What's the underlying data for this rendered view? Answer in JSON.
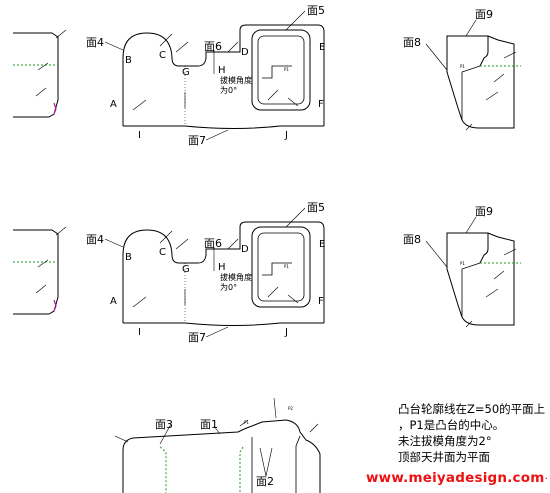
{
  "faces": {
    "f2": "面2",
    "f3": "面3",
    "f1": "面1",
    "f4": "面4",
    "f5": "面5",
    "f6": "面6",
    "f7": "面7",
    "f8": "面8",
    "f9": "面9"
  },
  "points": {
    "A": "A",
    "B": "B",
    "C": "C",
    "D": "D",
    "E": "E",
    "F": "F",
    "G": "G",
    "H": "H",
    "I": "I",
    "J": "J",
    "P1": "P1",
    "P2": "P2"
  },
  "draft_note": {
    "line1": "拔模角度",
    "line2": "为0°"
  },
  "notes": [
    "凸台轮廓线在Z=50的平面上",
    "，P1是凸台的中心。",
    "未注拔模角度为2°",
    "顶部天井面为平面"
  ],
  "watermark": {
    "text": "www.meiyadesign.com",
    "mark": "·"
  },
  "colors": {
    "line": "#000000",
    "green": "#1a9a1a",
    "magenta": "#b01aa8",
    "watermark": "#ee1111"
  }
}
